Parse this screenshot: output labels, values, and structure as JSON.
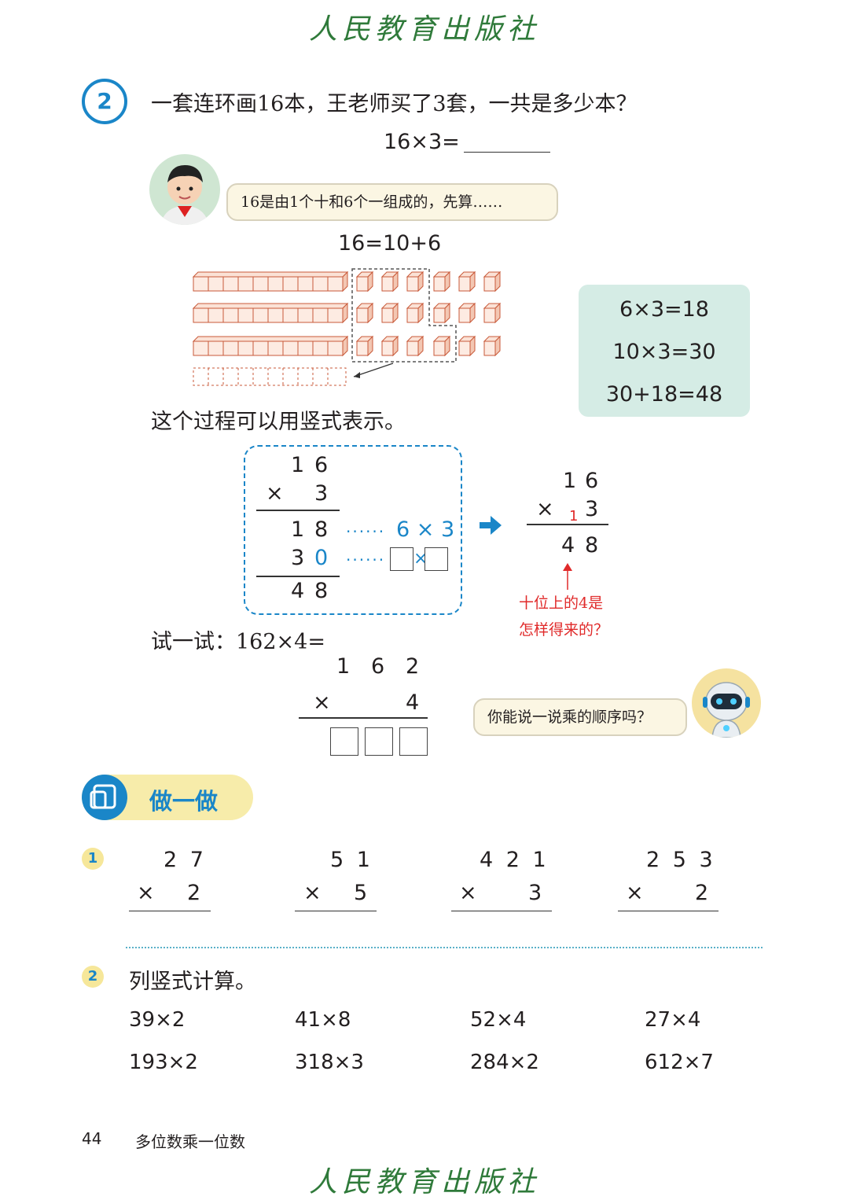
{
  "header": {
    "publisher": "人民教育出版社"
  },
  "footer": {
    "publisher": "人民教育出版社",
    "page_number": "44",
    "chapter": "多位数乘一位数"
  },
  "problem": {
    "number": "2",
    "question": "一套连环画16本，王老师买了3套，一共是多少本？",
    "equation": "16×3=",
    "boy_speech": "16是由1个十和6个一组成的，先算……",
    "decomposition": "16=10+6",
    "calcs": [
      "6×3=18",
      "10×3=30",
      "30+18=48"
    ],
    "process_caption": "这个过程可以用竖式表示。",
    "vertical_a": {
      "top": [
        "1",
        "6"
      ],
      "op": "×",
      "mult": "3",
      "r1": [
        "1",
        "8"
      ],
      "r1_note": "6 × 3",
      "r2": [
        "3",
        "0"
      ],
      "r2_x": "×",
      "res": [
        "4",
        "8"
      ]
    },
    "vertical_b": {
      "top": [
        "1",
        "6"
      ],
      "op": "×",
      "carry": "1",
      "mult": "3",
      "res": [
        "4",
        "8"
      ]
    },
    "question_red_1": "十位上的4是",
    "question_red_2": "怎样得来的？",
    "try": {
      "label": "试一试：162×4=",
      "top": [
        "1",
        "6",
        "2"
      ],
      "op": "×",
      "mult": "4"
    },
    "robot_speech": "你能说一说乘的顺序吗？"
  },
  "practice": {
    "title": "做一做",
    "q1_badge": "1",
    "q1": [
      {
        "top": "2 7",
        "op": "×",
        "mult": "2"
      },
      {
        "top": "5 1",
        "op": "×",
        "mult": "5"
      },
      {
        "top": "4 2 1",
        "op": "×",
        "mult": "3"
      },
      {
        "top": "2 5 3",
        "op": "×",
        "mult": "2"
      }
    ],
    "q2_badge": "2",
    "q2_title": "列竖式计算。",
    "q2_row1": [
      "39×2",
      "41×8",
      "52×4",
      "27×4"
    ],
    "q2_row2": [
      "193×2",
      "318×3",
      "284×2",
      "612×7"
    ]
  }
}
